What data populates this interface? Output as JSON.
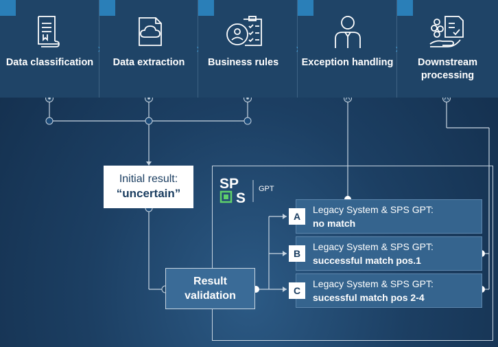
{
  "steps": [
    {
      "label": "Data classification",
      "icon": "document-scroll-icon"
    },
    {
      "label": "Data extraction",
      "icon": "cloud-document-icon"
    },
    {
      "label": "Business rules",
      "icon": "user-checklist-icon"
    },
    {
      "label": "Exception handling",
      "icon": "person-icon"
    },
    {
      "label": "Downstream processing",
      "icon": "hand-coins-checklist-icon"
    }
  ],
  "initial_result": {
    "line1": "Initial result:",
    "line2": "“uncertain”"
  },
  "result_validation": {
    "line1": "Result",
    "line2": "validation"
  },
  "logo": {
    "text_top": "SP",
    "text_s": "S",
    "text_gpt": "GPT",
    "accent_color": "#5fd16b"
  },
  "outcomes": [
    {
      "badge": "A",
      "line1": "Legacy System & SPS GPT:",
      "line2": "no match"
    },
    {
      "badge": "B",
      "line1": "Legacy System & SPS GPT:",
      "line2": "successful match pos.1"
    },
    {
      "badge": "C",
      "line1": "Legacy System & SPS GPT:",
      "line2": "sucessful match pos 2-4"
    }
  ],
  "colors": {
    "accent_blue": "#2a7fb8",
    "chevron": "#4aa6de",
    "box_dark": "#1f4467",
    "box_mid": "#35648e"
  }
}
